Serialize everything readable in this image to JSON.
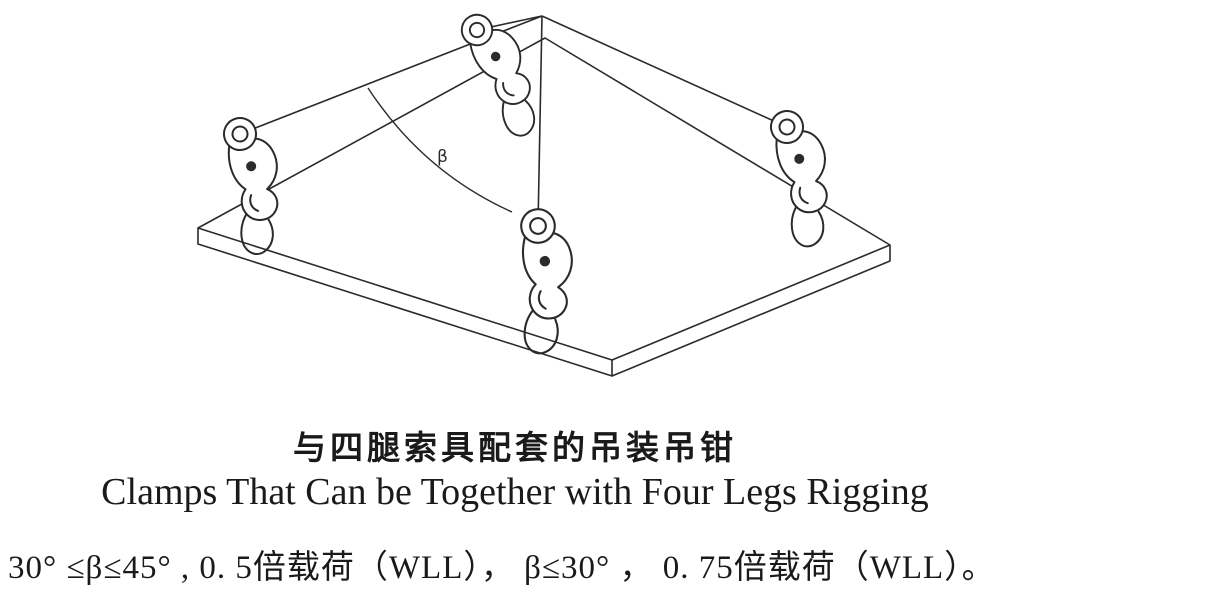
{
  "figure": {
    "angle_label": "β"
  },
  "captions": {
    "title_zh": "与四腿索具配套的吊装吊钳",
    "title_en": "Clamps That Can be Together with Four Legs Rigging"
  },
  "spec_line": "30° ≤β≤45° , 0. 5倍载荷（WLL）， β≤30° ， 0. 75倍载荷（WLL）。",
  "colors": {
    "line": "#2b2b2b",
    "background": "#ffffff"
  }
}
